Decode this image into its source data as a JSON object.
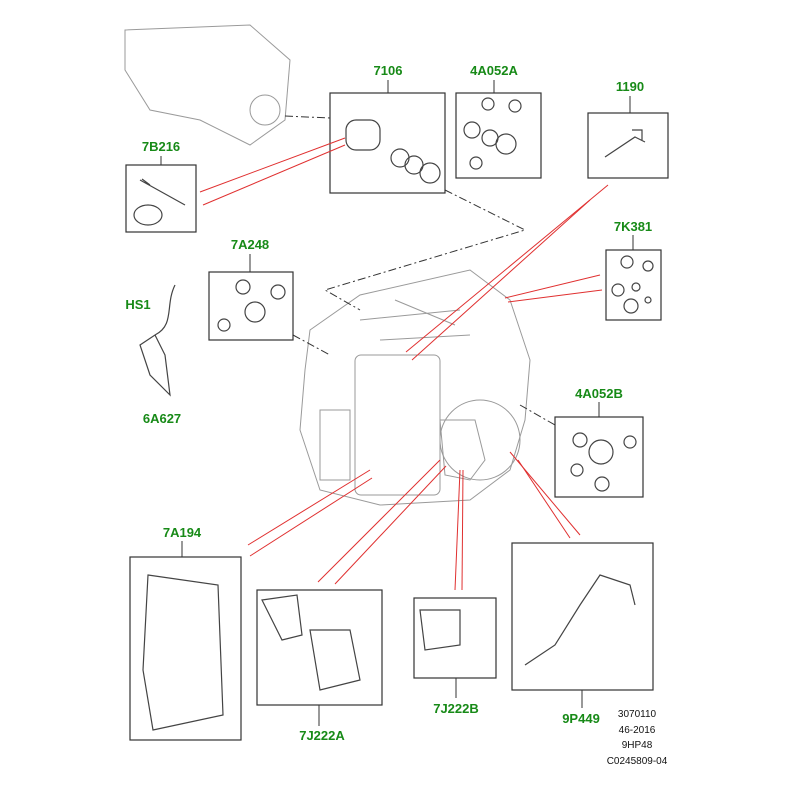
{
  "colors": {
    "label": "#178a17",
    "leader_line": "#e03030",
    "box": "#333333",
    "drawing": "#9a9a9a"
  },
  "parts": [
    {
      "id": "p7106",
      "label": "7106"
    },
    {
      "id": "p4a052a",
      "label": "4A052A"
    },
    {
      "id": "p1190",
      "label": "1190"
    },
    {
      "id": "p7b216",
      "label": "7B216"
    },
    {
      "id": "p7a248",
      "label": "7A248"
    },
    {
      "id": "p7k381",
      "label": "7K381"
    },
    {
      "id": "phs1",
      "label": "HS1"
    },
    {
      "id": "p6a627",
      "label": "6A627"
    },
    {
      "id": "p4a052b",
      "label": "4A052B"
    },
    {
      "id": "p7a194",
      "label": "7A194"
    },
    {
      "id": "p7j222a",
      "label": "7J222A"
    },
    {
      "id": "p7j222b",
      "label": "7J222B"
    },
    {
      "id": "p9p449",
      "label": "9P449"
    }
  ],
  "reference": {
    "line1": "3070110",
    "line2": "46-2016",
    "line3": "9HP48",
    "line4": "C0245809-04"
  }
}
